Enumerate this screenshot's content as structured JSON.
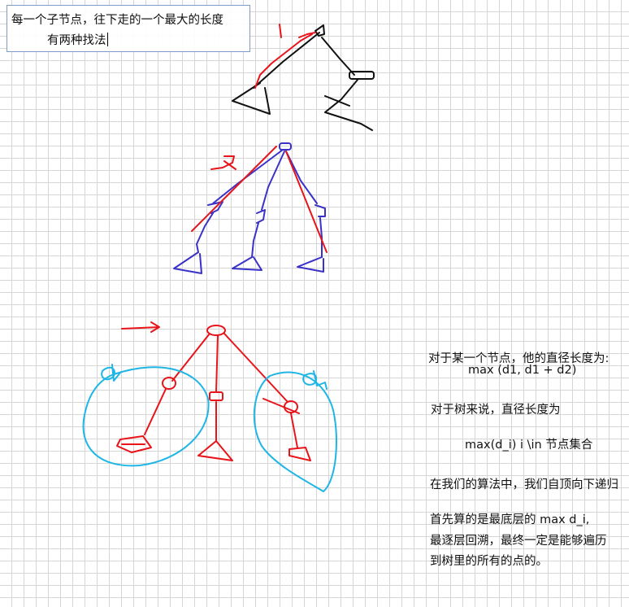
{
  "note": {
    "line1": "每一个子节点，往下走的一个最大的长度",
    "line2": "有两种找法"
  },
  "text_block": {
    "line1": "对于某一个节点，他的直径长度为:",
    "line2": "max (d1, d1 + d2)",
    "line3": "对于树来说，直径长度为",
    "line4": "max(d_i) i \\in 节点集合",
    "line5": "在我们的算法中，我们自顶向下递归",
    "line6": "首先算的是最底层的 max d_i,",
    "line7": "最逐层回溯，最终一定是能够遍历",
    "line8": "到树里的所有的点的。"
  },
  "colors": {
    "black_ink": "#111111",
    "red_ink": "#e8141a",
    "blue_ink": "#3a32c8",
    "cyan_ink": "#1fb6e6",
    "grid": "#d6d6d6",
    "note_border": "#7a9cc6"
  }
}
